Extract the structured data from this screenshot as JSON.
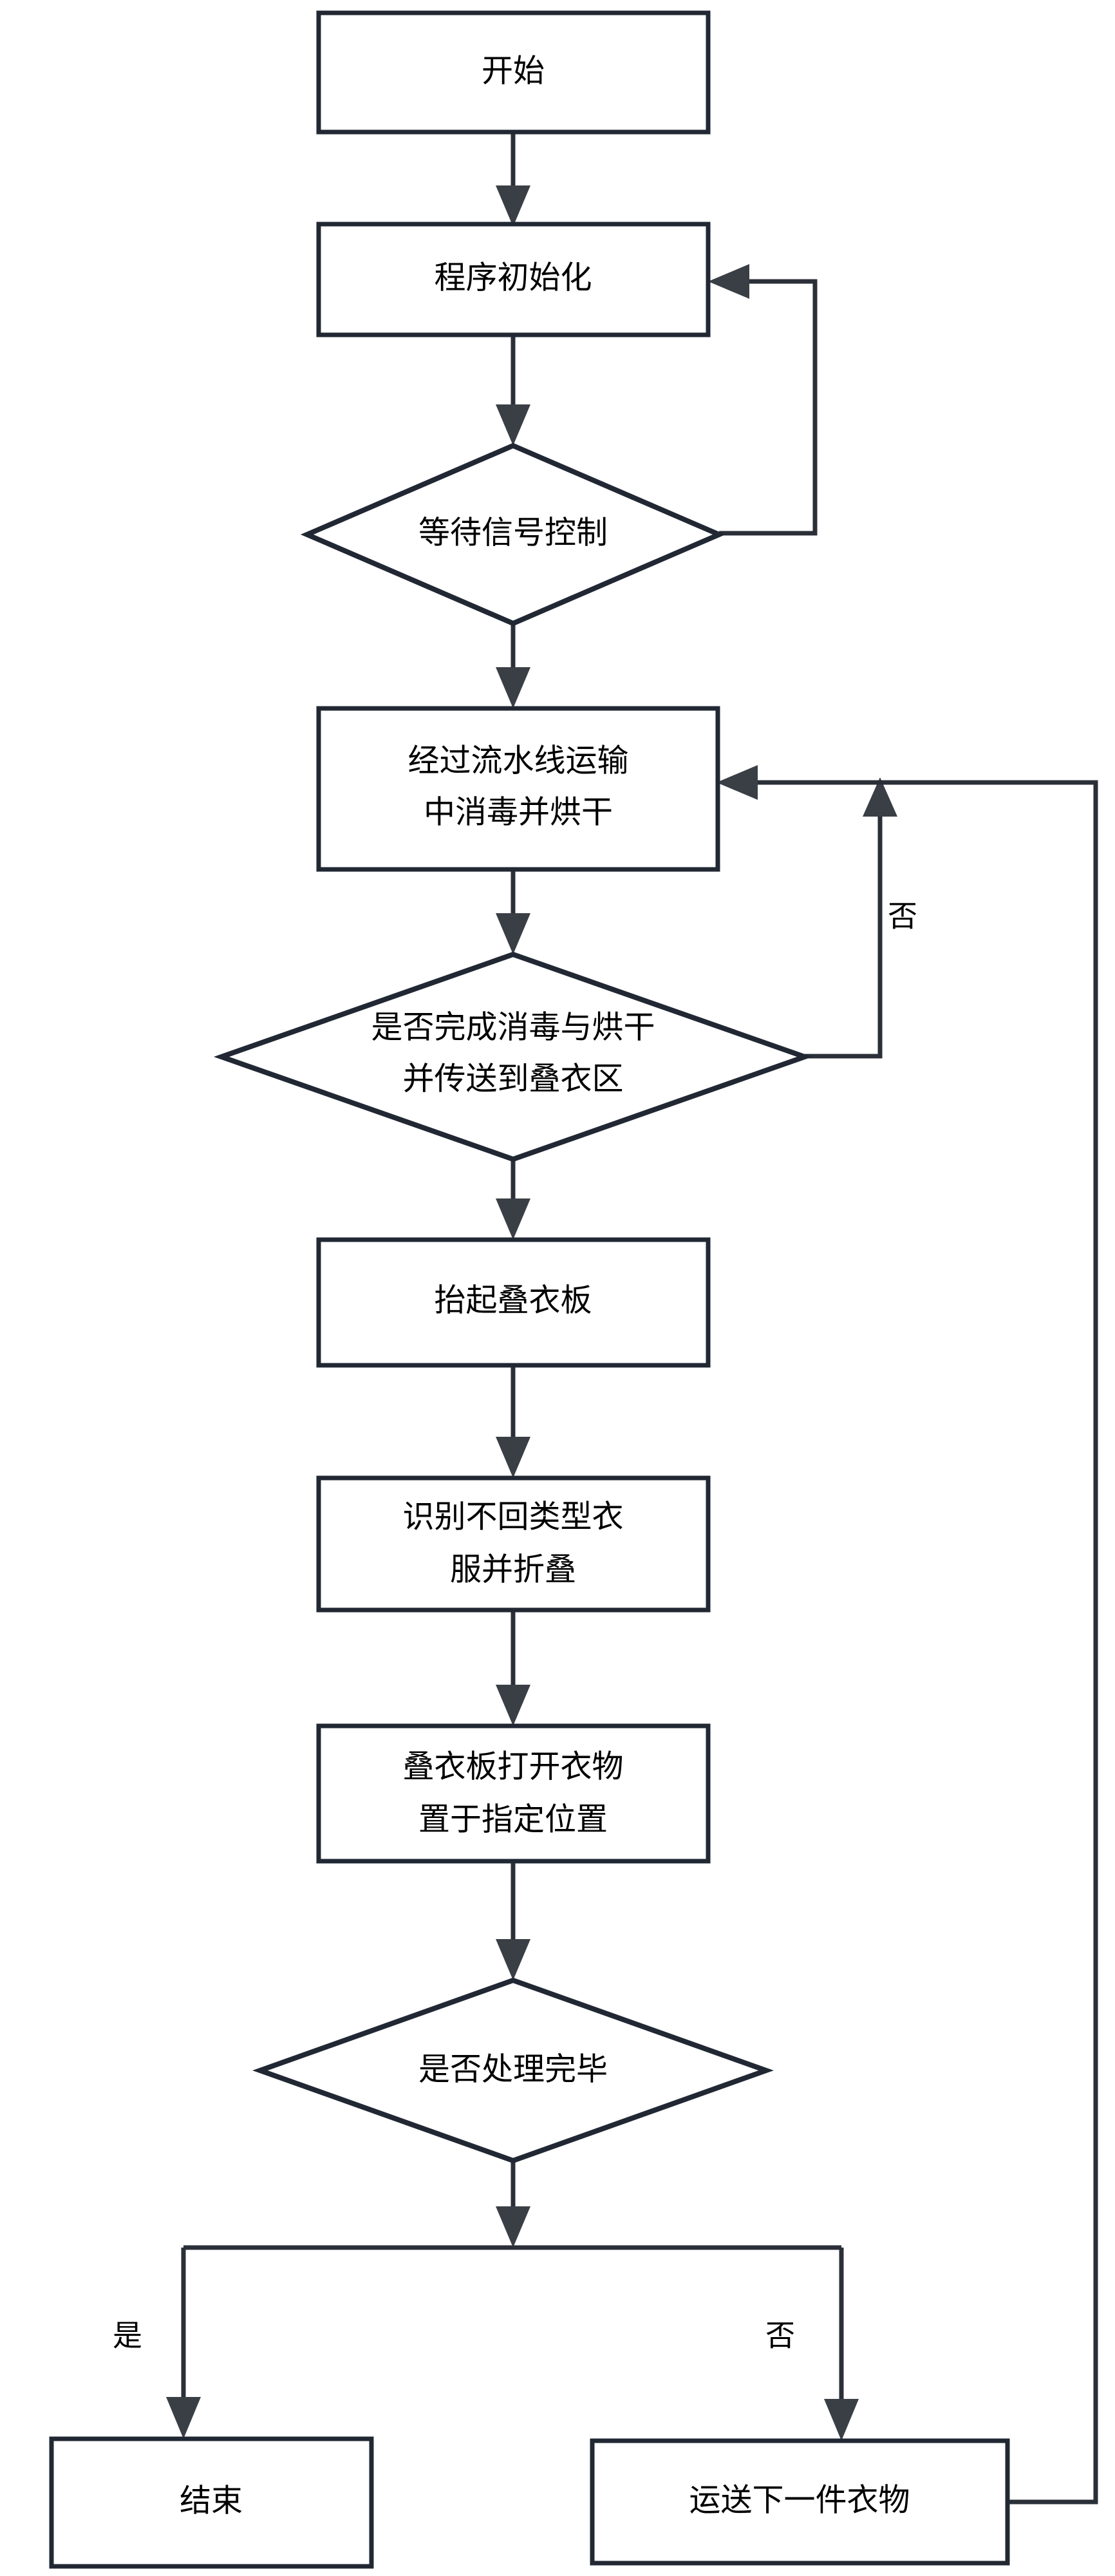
{
  "diagram": {
    "type": "flowchart",
    "orientation": "vertical-top-to-bottom",
    "background_color": "#ffffff",
    "shape_stroke_color": "#212834",
    "connector_color": "#2b2f38",
    "text_color": "#000000",
    "nodes": [
      {
        "id": "start",
        "shape": "rectangle",
        "label": "开始",
        "lines": [
          "开始"
        ]
      },
      {
        "id": "init",
        "shape": "rectangle",
        "label": "程序初始化",
        "lines": [
          "程序初始化"
        ]
      },
      {
        "id": "wait_signal",
        "shape": "diamond",
        "label": "等待信号控制",
        "lines": [
          "等待信号控制"
        ]
      },
      {
        "id": "line_transport",
        "shape": "rectangle",
        "label": "经过流水线运输中消毒并烘干",
        "lines": [
          "经过流水线运输",
          "中消毒并烘干"
        ]
      },
      {
        "id": "check_disinfect",
        "shape": "diamond",
        "label": "是否完成消毒与烘干并传送到叠衣区",
        "lines": [
          "是否完成消毒与烘干",
          "并传送到叠衣区"
        ]
      },
      {
        "id": "lift_board",
        "shape": "rectangle",
        "label": "抬起叠衣板",
        "lines": [
          "抬起叠衣板"
        ]
      },
      {
        "id": "identify_fold",
        "shape": "rectangle",
        "label": "识别不回类型衣服并折叠",
        "lines": [
          "识别不回类型衣",
          "服并折叠"
        ]
      },
      {
        "id": "open_place",
        "shape": "rectangle",
        "label": "叠衣板打开衣物置于指定位置",
        "lines": [
          "叠衣板打开衣物",
          "置于指定位置"
        ]
      },
      {
        "id": "check_done",
        "shape": "diamond",
        "label": "是否处理完毕",
        "lines": [
          "是否处理完毕"
        ]
      },
      {
        "id": "end",
        "shape": "rectangle",
        "label": "结束",
        "lines": [
          "结束"
        ]
      },
      {
        "id": "next_item",
        "shape": "rectangle",
        "label": "运送下一件衣物",
        "lines": [
          "运送下一件衣物"
        ]
      }
    ],
    "edges": [
      {
        "id": "e1",
        "from": "start",
        "to": "init",
        "label": ""
      },
      {
        "id": "e2",
        "from": "init",
        "to": "wait_signal",
        "label": ""
      },
      {
        "id": "e3",
        "from": "wait_signal",
        "to": "init",
        "label": "",
        "routing": "loop-right-up"
      },
      {
        "id": "e4",
        "from": "wait_signal",
        "to": "line_transport",
        "label": ""
      },
      {
        "id": "e5",
        "from": "line_transport",
        "to": "check_disinfect",
        "label": ""
      },
      {
        "id": "e6",
        "from": "check_disinfect",
        "to": "line_transport",
        "label": "否",
        "routing": "loop-right-up"
      },
      {
        "id": "e7",
        "from": "check_disinfect",
        "to": "lift_board",
        "label": ""
      },
      {
        "id": "e8",
        "from": "lift_board",
        "to": "identify_fold",
        "label": ""
      },
      {
        "id": "e9",
        "from": "identify_fold",
        "to": "open_place",
        "label": ""
      },
      {
        "id": "e10",
        "from": "open_place",
        "to": "check_done",
        "label": ""
      },
      {
        "id": "e11",
        "from": "check_done",
        "to": "end",
        "label": "是",
        "routing": "bus-left-down"
      },
      {
        "id": "e12",
        "from": "check_done",
        "to": "next_item",
        "label": "否",
        "routing": "bus-right-down"
      },
      {
        "id": "e13",
        "from": "next_item",
        "to": "line_transport",
        "label": "",
        "routing": "far-right-up"
      }
    ],
    "edge_labels": {
      "disinfect_no": "否",
      "done_yes": "是",
      "done_no": "否"
    }
  }
}
